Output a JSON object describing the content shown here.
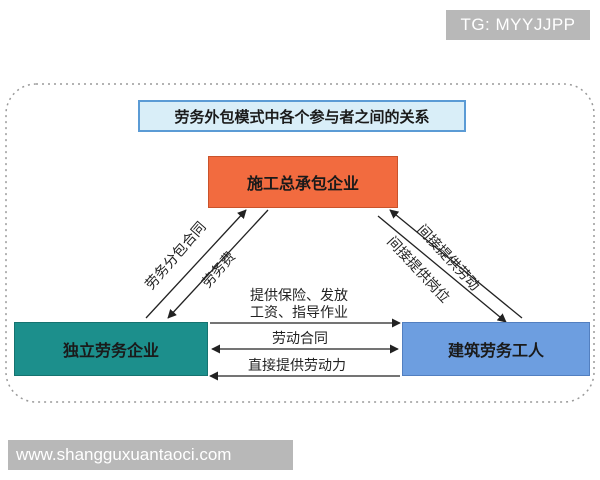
{
  "watermark_top": "TG: MYYJJPP",
  "watermark_bottom": "www.shangguxuantaoci.com",
  "title": "劳务外包模式中各个参与者之间的关系",
  "nodes": {
    "top": "施工总承包企业",
    "left": "独立劳务企业",
    "right": "建筑劳务工人"
  },
  "left_edge": {
    "outer": "劳务分包合同",
    "inner": "劳务费"
  },
  "right_edge": {
    "outer": "间接提供劳动",
    "inner": "间接提供岗位"
  },
  "bottom_edge": {
    "top_line1": "提供保险、发放",
    "top_line2": "工资、指导作业",
    "middle": "劳动合同",
    "bottom": "直接提供劳动力"
  },
  "colors": {
    "top_node": "#f26b3f",
    "left_node": "#1c8f8c",
    "right_node": "#6d9ee0",
    "title_fill": "#d9eef8",
    "title_border": "#5b9bd5"
  }
}
